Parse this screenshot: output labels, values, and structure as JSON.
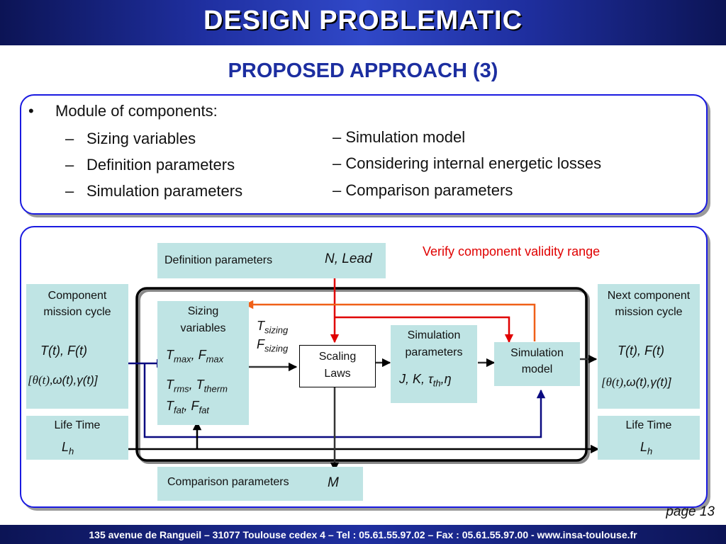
{
  "header": {
    "title": "DESIGN PROBLEMATIC"
  },
  "subtitle": "PROPOSED APPROACH (3)",
  "top_panel": {
    "bullet_symbol": "•",
    "bullet": "Module of components:",
    "dash": "–",
    "left_items": [
      "Sizing variables",
      "Definition parameters",
      "Simulation parameters"
    ],
    "right_items": [
      "– Simulation model",
      "– Considering internal energetic losses",
      "– Comparison parameters"
    ]
  },
  "diagram": {
    "definition_params": {
      "label": "Definition parameters",
      "value": "N, Lead"
    },
    "verify_note": "Verify component validity range",
    "component_cycle": {
      "label_line1": "Component",
      "label_line2": "mission cycle",
      "eq1": "T(t), F(t)",
      "eq2_theta": "[θ(t),",
      "eq2_rest": "ω(t),γ(t)]"
    },
    "sizing": {
      "label_line1": "Sizing",
      "label_line2": "variables",
      "max": "Tmax, Fmax"
    },
    "sizing_out": {
      "t_base": "T",
      "f_base": "F",
      "sub": "sizing"
    },
    "scaling_laws": {
      "line1": "Scaling",
      "line2": "Laws"
    },
    "simulation_params": {
      "line1": "Simulation",
      "line2": "parameters",
      "value": "J, K, τth,ŋ"
    },
    "simulation_model": {
      "line1": "Simulation",
      "line2": "model"
    },
    "next_cycle": {
      "label_line1": "Next component",
      "label_line2": "mission cycle",
      "eq1": "T(t), F(t)",
      "eq2_theta": "[θ(t),",
      "eq2_rest": "ω(t),γ(t)]"
    },
    "life_time_left": {
      "label": "Life Time",
      "value": "Lh"
    },
    "life_time_right": {
      "label": "Life Time",
      "value": "Lh"
    },
    "comparison": {
      "label": "Comparison parameters",
      "value": "M"
    }
  },
  "footer": {
    "text": "135 avenue de Rangueil – 31077 Toulouse cedex 4 – Tel : 05.61.55.97.02 – Fax : 05.61.55.97.00 - www.insa-toulouse.fr"
  },
  "page_label": "page 13",
  "colors": {
    "header_blue": "#1c2ea0",
    "panel_border": "#1a1ae0",
    "box_fill": "#bfe4e4",
    "red": "#e00000",
    "orange": "#f06018",
    "navy": "#0a0a80"
  }
}
